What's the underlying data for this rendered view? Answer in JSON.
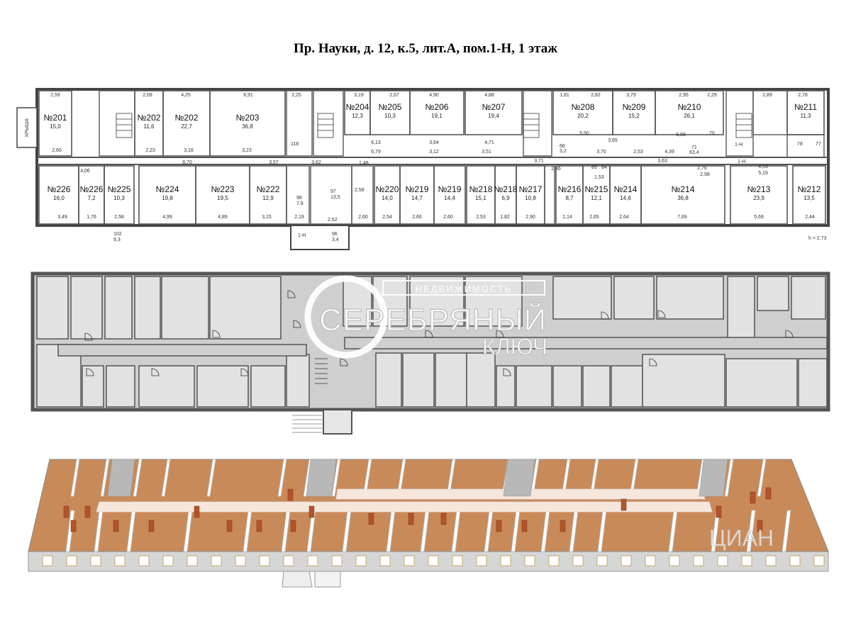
{
  "title": "Пр. Науки, д. 12, к.5, лит.А, пом.1-Н, 1 этаж",
  "plan": {
    "roof_label": "КРЫША",
    "height_label": "h = 2,73",
    "rooms": [
      {
        "id": "room-201",
        "name": "№201",
        "area": "15,0"
      },
      {
        "id": "room-202a",
        "name": "№202",
        "area": "11,6"
      },
      {
        "id": "room-202b",
        "name": "№202",
        "area": "22,7"
      },
      {
        "id": "room-203",
        "name": "№203",
        "area": "36,8"
      },
      {
        "id": "room-204",
        "name": "№204",
        "area": "12,3"
      },
      {
        "id": "room-205",
        "name": "№205",
        "area": "10,3"
      },
      {
        "id": "room-206",
        "name": "№206",
        "area": "19,1"
      },
      {
        "id": "room-207",
        "name": "№207",
        "area": "19,4"
      },
      {
        "id": "room-208",
        "name": "№208",
        "area": "20,2"
      },
      {
        "id": "room-209",
        "name": "№209",
        "area": "15,2"
      },
      {
        "id": "room-210",
        "name": "№210",
        "area": "26,1"
      },
      {
        "id": "room-211",
        "name": "№211",
        "area": "11,3"
      },
      {
        "id": "room-226a",
        "name": "№226",
        "area": "16,0"
      },
      {
        "id": "room-226b",
        "name": "№226",
        "area": "7,2"
      },
      {
        "id": "room-225",
        "name": "№225",
        "area": "10,3"
      },
      {
        "id": "room-224",
        "name": "№224",
        "area": "19,8"
      },
      {
        "id": "room-223",
        "name": "№223",
        "area": "19,5"
      },
      {
        "id": "room-222",
        "name": "№222",
        "area": "12,9"
      },
      {
        "id": "room-220",
        "name": "№220",
        "area": "14,0"
      },
      {
        "id": "room-219a",
        "name": "№219",
        "area": "14,7"
      },
      {
        "id": "room-219b",
        "name": "№219",
        "area": "14,4"
      },
      {
        "id": "room-218a",
        "name": "№218",
        "area": "15,1"
      },
      {
        "id": "room-218b",
        "name": "№218",
        "area": "6,9"
      },
      {
        "id": "room-217",
        "name": "№217",
        "area": "10,8"
      },
      {
        "id": "room-216",
        "name": "№216",
        "area": "8,7"
      },
      {
        "id": "room-215",
        "name": "№215",
        "area": "12,1"
      },
      {
        "id": "room-214a",
        "name": "№214",
        "area": "14,6"
      },
      {
        "id": "room-214b",
        "name": "№214",
        "area": "36,8"
      },
      {
        "id": "room-213",
        "name": "№213",
        "area": "23,9"
      },
      {
        "id": "room-212",
        "name": "№212",
        "area": "13,5"
      }
    ],
    "dims_top": [
      "2,59",
      "2,09",
      "4,25",
      "6,91",
      "2,25",
      "3,19",
      "2,67",
      "4,90",
      "4,88",
      "1,81",
      "2,82",
      "3,79",
      "2,95",
      "2,29",
      "2,89",
      "2,78"
    ],
    "dims_bottom": [
      "3,49",
      "1,76",
      "2,58",
      "4,99",
      "4,89",
      "3,15",
      "2,19",
      "2,60",
      "2,54",
      "2,66",
      "2,60",
      "2,53",
      "1,82",
      "2,90",
      "2,14",
      "2,65",
      "2,64",
      "7,69",
      "5,69",
      "2,44"
    ],
    "dims_corridor": [
      "2,60",
      "2,23",
      "3,18",
      "3,23",
      "6,13",
      "6,79",
      "3,64",
      "3,12",
      "4,71",
      "3,51",
      "5,50",
      "3,65",
      "6,09",
      "3,70",
      "2,53",
      "4,39",
      "4,06",
      "8,70",
      "3,57",
      "3,62",
      "2,86",
      "3,71",
      "3,63",
      "2,76",
      "2,98",
      "4,53",
      "5,19"
    ],
    "misc_labels": [
      "1-Н",
      "1-Н",
      "1-Н",
      "102",
      "9,3",
      "96",
      "3,4",
      "118",
      "97",
      "13,5",
      "1,48",
      "2,58",
      "2,52",
      "71",
      "63,4",
      "78",
      "77",
      "70",
      "66",
      "3,2",
      "85",
      "84",
      "1,53",
      "98",
      "7,8"
    ]
  },
  "watermark": {
    "top": "НЕДВИЖИМОСТЬ",
    "main": "СЕРЕБРЯНЫЙ",
    "sub": "КЛЮЧ",
    "brand2": "ЦИАН"
  },
  "colors": {
    "wall": "#555555",
    "room_fill_2d": "#e2e2e2",
    "floor_wood": "#c98a5a",
    "corridor_light": "#f6e7dc",
    "wall_3d": "#ffffff",
    "facade": "#d8d8d8",
    "door_wood": "#b4542a"
  }
}
